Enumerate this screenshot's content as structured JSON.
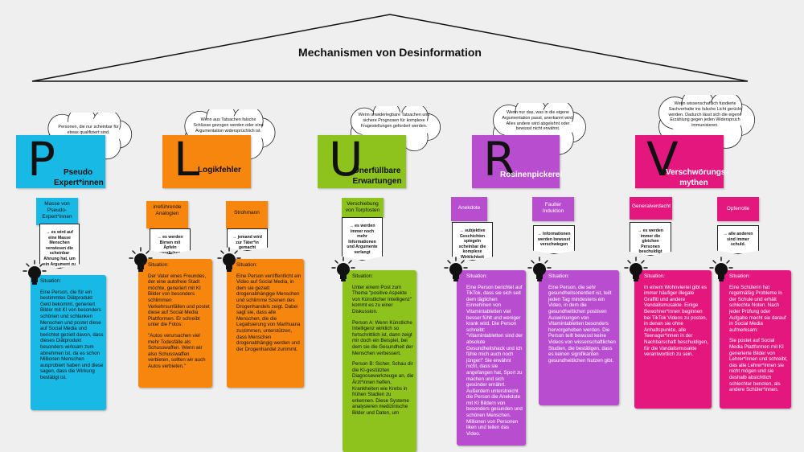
{
  "title": "Mechanismen von Desinformation",
  "colors": {
    "P": "#19b9e6",
    "L": "#f7860f",
    "U": "#8ec21c",
    "R": "#b94dd0",
    "V": "#e4177f"
  },
  "categories": [
    {
      "letter": "P",
      "name": "Pseudo Expert*innen",
      "cloud": "Personen, die nur scheinbar für etwas qualifiziert sind."
    },
    {
      "letter": "L",
      "name": "Logikfehler",
      "cloud": "Wenn aus Tatsachen falsche Schlüsse gezogen werden oder eine Argumentation widersprüchlich ist."
    },
    {
      "letter": "U",
      "name": "Unerfüllbare Erwartungen",
      "cloud": "Wenn unwiderlegbare Tatsachen und sichere Prognosen für komplexe Fragestellungen gefordert werden."
    },
    {
      "letter": "R",
      "name": "Rosinenpickerei",
      "cloud": "Wenn nur das, was in die eigene Argumentation passt, anerkannt wird. Alles andere wird abgelehnt oder bewusst nicht erwähnt."
    },
    {
      "letter": "V",
      "name": "Verschwörungs-mythen",
      "cloud": "Wenn wissenschaftlich fundierte Sachverhalte ins falsche Licht gerückt werden. Dadurch lässt sich die eigene Erzählung gegen jeden Widerspruch immunisieren."
    }
  ],
  "subcategories": [
    {
      "label": "Masse von Pseudo-Expert*innen",
      "note": "→ es wird auf eine Masse Menschen verwiesen die scheinbar Ahnung hat, um ein Argument zu unterstützen",
      "situation": [
        "Situation:",
        "Eine Person, die für ein bestimmtes Diätprodukt Geld bekommt, generiert Bilder mit KI von besonders schönen und schlanken Menschen und postet diese auf Social Media und berichtet gezielt davon, dass dieses Diätprodukt besonders wirksam zum abnehmen ist, da es schon Millionen Menschen ausprobiert haben und diese sagen, dass die Wirkung bestätigt ist."
      ]
    },
    {
      "label": "irreführende Analogien",
      "note": "→ es werden Birnen mit Äpfeln verglichen",
      "situation": [
        "Situation:",
        "Der Vater eines Freundes, der eine autofreie Stadt möchte, generiert mit KI Bilder von besonders schlimmen Verkehrsunfällen und postet diese auf Social Media Plattformen. Er schreibt unter die Fotos:",
        "\"Autos verursachen viel mehr Todesfälle als Schusswaffen. Wenn wir also Schusswaffen verbieten, sollten wir auch Autos verbieten.\""
      ]
    },
    {
      "label": "Strohmann",
      "note": "→ jemand wird zur Täter*in gemacht",
      "situation": [
        "Situation:",
        "Eine Person veröffentlicht ein Video auf Social Media, in dem sie gezielt drogenabhängige Menschen und schlimme Szenen des Drogenhandels zeigt. Dabei sagt sie, dass alle Menschen, die die Legalisierung von Marihuana zustimmen, unterstützen, dass Menschen drogenabhängig werden und der Drogenhandel zunimmt."
      ]
    },
    {
      "label": "Verschiebung von Torpfosten",
      "note": "→ es werden immer noch mehr Informationen und Argumente verlangt",
      "situation": [
        "Situation:",
        "Unter einem Post zum Thema \"positive Aspekte von Künstlicher Intelligenz\" kommt es zu einer Diskussion.",
        "Person A: Wenn Künstliche Intelligenz wirklich so fortschrittlich ist, dann zeigt mir doch ein Beispiel, bei dem sie die Gesundheit der Menschen verbessert.",
        "Person B: Sicher. Schau dir die KI-gestützten Diagnosewerkzeuge an, die Ärzt*innen helfen, Krankheiten wie Krebs in frühen Stadien zu erkennen. Diese Systeme analysieren medizinische Bilder und Daten, um"
      ]
    },
    {
      "label": "Anekdote",
      "note": "→ subjektive Geschichten spiegeln scheinbar die komplexe Wirklichkeit wider.",
      "situation": [
        "Situation:",
        "Eine Person berichtet auf TikTok, dass sie sich seit dem täglichen Einnehmen von Vitamintabletten viel besser fühlt und weniger krank wird. Die Person schreibt: \"Vitamintabletten sind der absolute Gesundheitshack und ich fühle mich auch noch jünger!\" Sie erwähnt nicht, dass sie angefangen hat, Sport zu machen und sich gesünder ernährt. Außerdem unterstreicht die Person die Anekdote mit KI Bildern von besonders gesunden und schönen Menschen. Millionen von Personen liken und teilen das Video."
      ]
    },
    {
      "label": "Faulter Induktion",
      "note": "→ Informationen werden bewusst verschwiegen",
      "situation": [
        "Situation:",
        "Eine Person, die sehr gesundheitsorientiert ist, teilt jeden Tag mindestens ein Video, in dem die gesundheitlichen positiven Auswirkungen von Vitamintabletten besonders hervorgehoben werden. Die Person teilt bewusst keine Videos von wissenschaftlichen Studien, die bestätigen, dass es keinen signifikanten gesundheitlichen Nutzen gibt."
      ]
    },
    {
      "label": "Generalverdacht",
      "note": "→ es werden immer die gleichen Personen beschuldigt",
      "situation": [
        "Situation:",
        "In einem Wohnviertel gibt es immer häufiger illegale Graffiti und andere Vandalismusakte. Einige Bewohner*innen beginnen bei TikTok Videos zu posten, in denen sie ohne Anhaltspunkte, alle Teenager*innen in der Nachbarschaft beschuldigen, für die Vandalismusakte verantwortlich zu sein."
      ]
    },
    {
      "label": "Opferrolle",
      "note": "→ alle anderen sind immer schuld.",
      "situation": [
        "Situation:",
        "Eine Schülerin hat regelmäßig Probleme in der Schule und erhält schlechte Noten. Nach jeder Prüfung oder Aufgabe macht sie darauf in Social Media aufmerksam:",
        "Sie postet auf Social Media Plattformen mit KI generierte Bilder von Lehrer*innen und schreibt, das alle Lehrer*innen sie nicht mögen und sie deshalb absichtlich schlechter benoten, als andere Schüler*innen."
      ]
    }
  ]
}
